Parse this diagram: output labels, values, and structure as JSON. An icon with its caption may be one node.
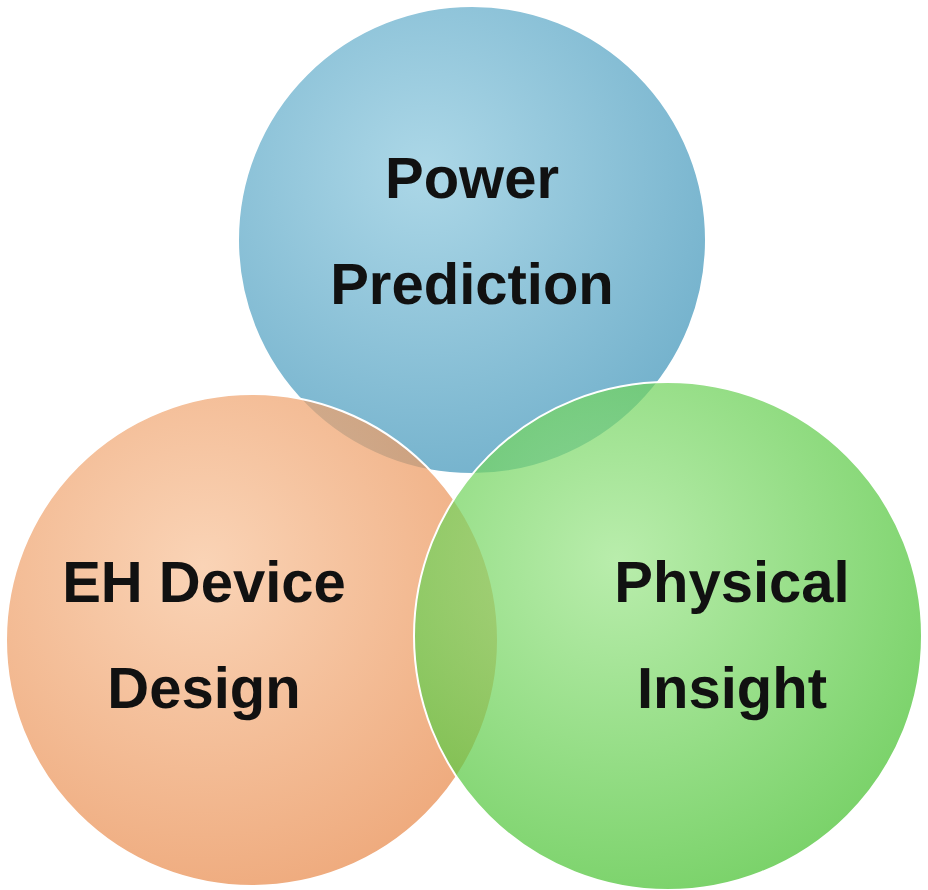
{
  "diagram": {
    "nodes": [
      {
        "text": [
          "Power Prediction"
        ]
      },
      {
        "text": [
          "EH Device Design"
        ]
      },
      {
        "text": [
          "Physical Insight"
        ]
      }
    ]
  }
}
